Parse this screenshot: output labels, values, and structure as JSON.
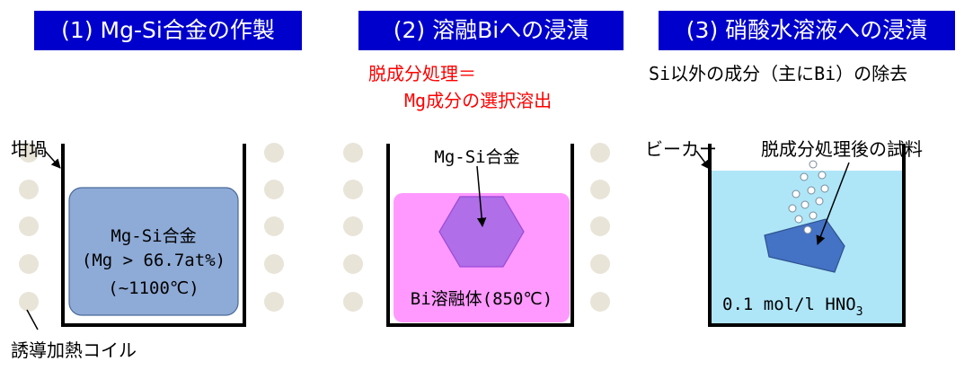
{
  "steps": [
    {
      "number": "(1)",
      "title": "Mg-Si合金の作製"
    },
    {
      "number": "(2)",
      "title": "溶融Biへの浸漬"
    },
    {
      "number": "(3)",
      "title": "硝酸水溶液への浸漬"
    }
  ],
  "panel1": {
    "crucible_label": "坩堝",
    "alloy_name": "Mg-Si合金",
    "composition": "(Mg > 66.7at%)",
    "temperature": "(~1100℃)",
    "coil_label": "誘導加熱コイル"
  },
  "panel2": {
    "process_line1": "脱成分処理＝",
    "process_line2": "Mg成分の選択溶出",
    "alloy_label": "Mg-Si合金",
    "melt_label": "Bi溶融体(850℃)"
  },
  "panel3": {
    "purpose": "Si以外の成分（主にBi）の除去",
    "beaker_label": "ビーカー",
    "sample_label": "脱成分処理後の試料",
    "solution_main": "0.1 mol/l HNO",
    "solution_subscript": "3"
  },
  "colors": {
    "title_bg": "#0000cc",
    "alloy_fill": "#8eaad6",
    "bi_melt_fill": "#ff99ff",
    "hexagon_fill": "#b06ee8",
    "solution_fill": "#aee6f8",
    "sample_fill": "#4472c4",
    "coil_fill": "#e8e4d8",
    "highlight_red": "#ff0000"
  }
}
